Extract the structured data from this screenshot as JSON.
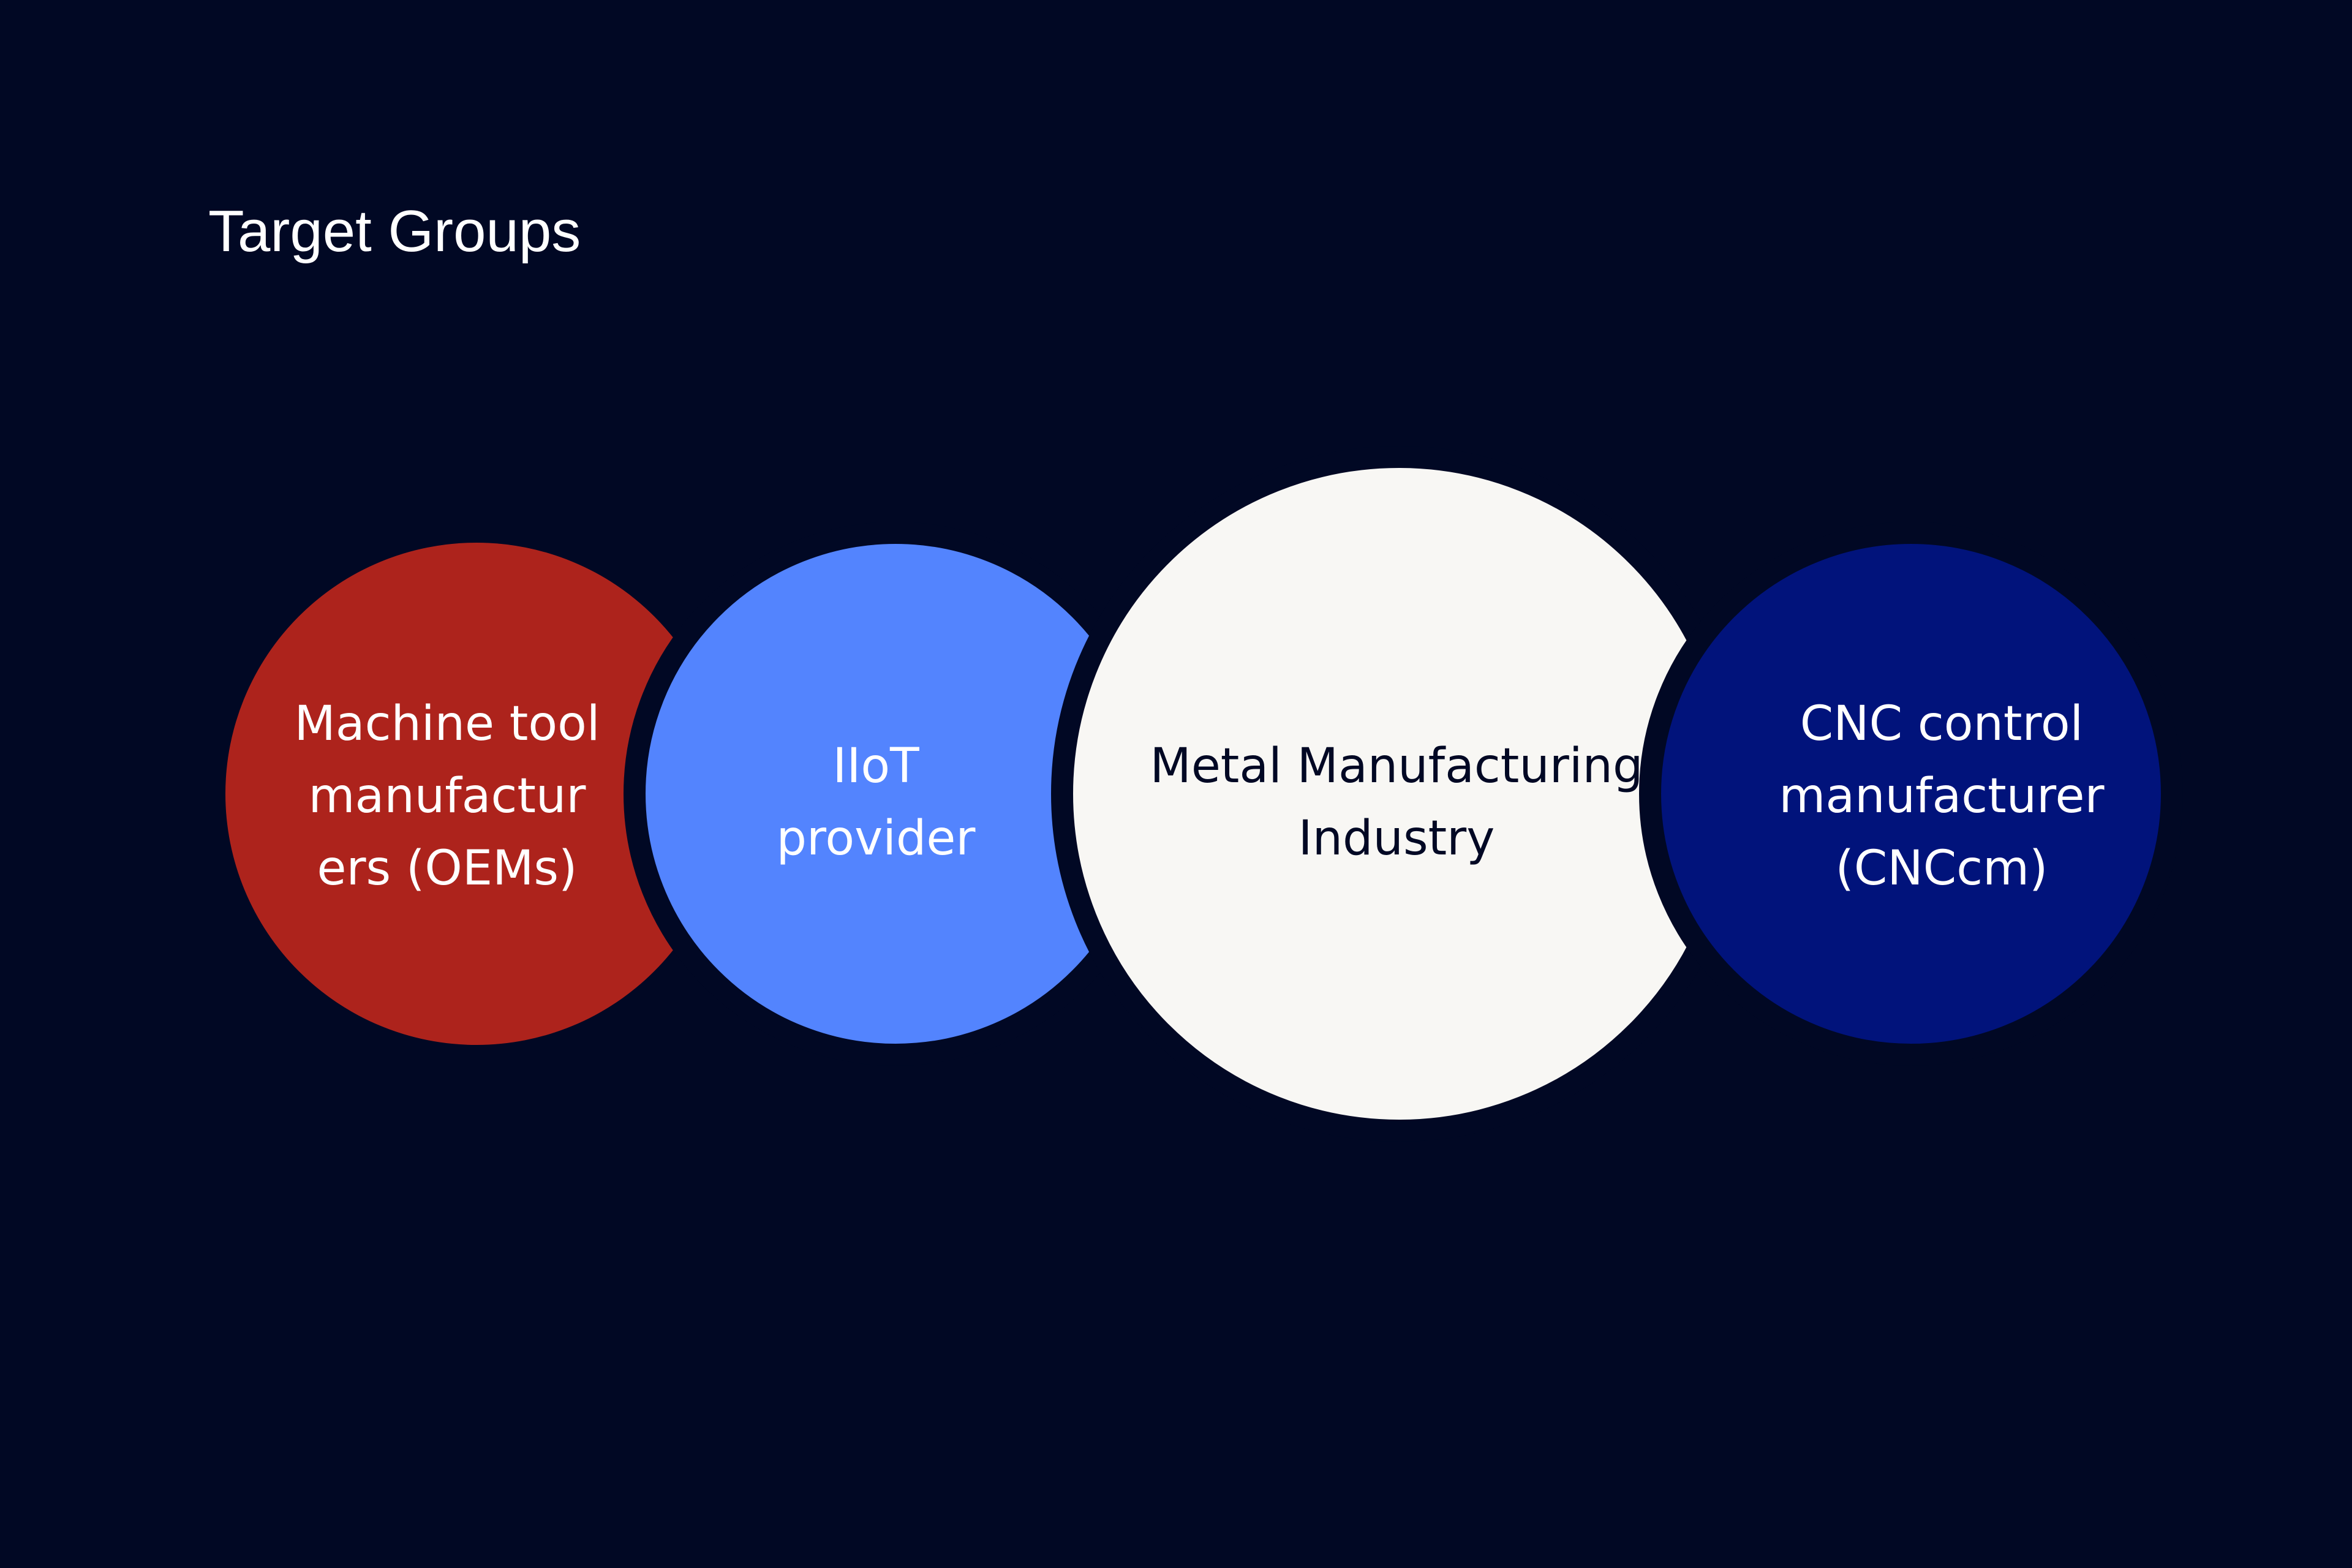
{
  "title": "Target Groups",
  "colors": {
    "background": "#010824",
    "title_text": "#ffffff",
    "oem_circle": "#ad231c",
    "iiot_circle": "#5384fe",
    "center_circle": "#f8f7f4",
    "cnc_circle": "#01137b",
    "light_text": "#ffffff",
    "dark_text": "#010824"
  },
  "groups": {
    "oem": {
      "label": "Machine tool\nmanufactur\ners (OEMs)"
    },
    "iiot": {
      "label": "IIoT\nprovider"
    },
    "center": {
      "label": "Metal Manufacturing\nIndustry"
    },
    "cnc": {
      "label": "CNC control\nmanufacturer\n(CNCcm)"
    }
  }
}
